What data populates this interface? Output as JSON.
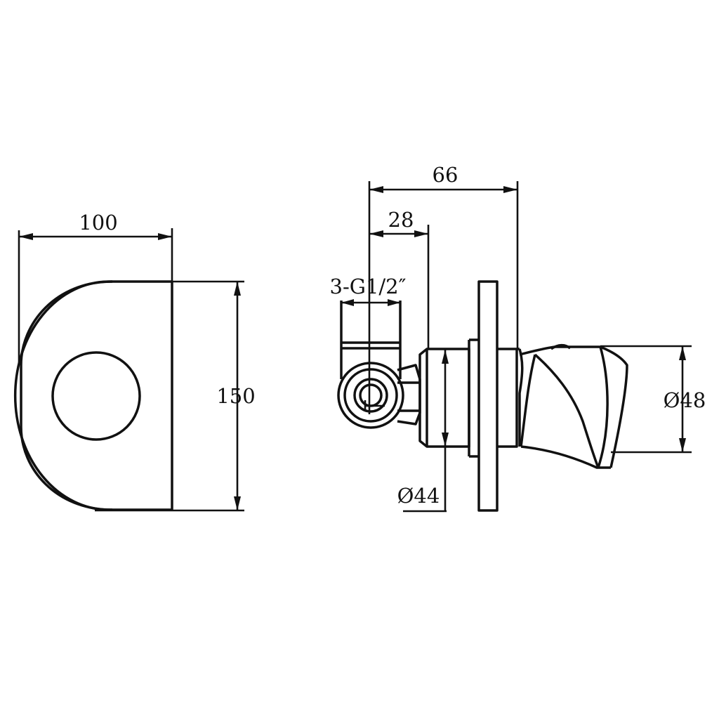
{
  "drawing": {
    "front_view": {
      "width_label": "100",
      "height_label": "150"
    },
    "side_view": {
      "total_depth_label": "66",
      "flange_depth_label": "28",
      "thread_label": "3-G1/2″",
      "body_diameter_label": "Ø44",
      "handle_diameter_label": "Ø48"
    }
  }
}
